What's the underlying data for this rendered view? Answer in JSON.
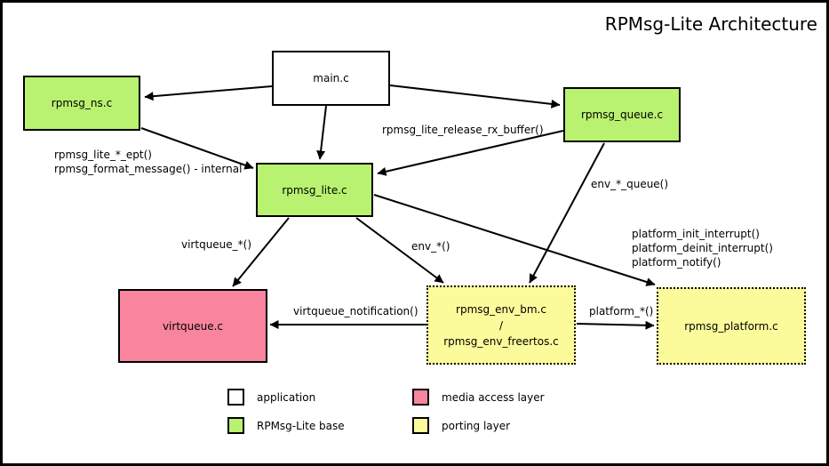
{
  "title": "RPMsg-Lite Architecture",
  "colors": {
    "application_white": "#ffffff",
    "rpmsg_lite_base_green": "#b9f170",
    "media_access_pink": "#f9849e",
    "porting_yellow": "#fbfb9b",
    "line_black": "#000000"
  },
  "nodes": {
    "main": {
      "label": "main.c",
      "color": "#ffffff"
    },
    "rpmsg_ns": {
      "label": "rpmsg_ns.c",
      "color": "#b9f170"
    },
    "rpmsg_queue": {
      "label": "rpmsg_queue.c",
      "color": "#b9f170"
    },
    "rpmsg_lite": {
      "label": "rpmsg_lite.c",
      "color": "#b9f170"
    },
    "virtqueue": {
      "label": "virtqueue.c",
      "color": "#f9849e"
    },
    "rpmsg_env": {
      "label": "rpmsg_env_bm.c\n/\nrpmsg_env_freertos.c",
      "color": "#fbfb9b"
    },
    "rpmsg_platform": {
      "label": "rpmsg_platform.c",
      "color": "#fbfb9b"
    }
  },
  "edge_labels": {
    "ept_internal": "rpmsg_lite_*_ept()\nrpmsg_format_message() - internal",
    "release_rx_buffer": "rpmsg_lite_release_rx_buffer()",
    "env_queue": "env_*_queue()",
    "virtqueue_star": "virtqueue_*()",
    "env_star": "env_*()",
    "platform_interrupts": "platform_init_interrupt()\nplatform_deinit_interrupt()\nplatform_notify()",
    "virtqueue_notification": "virtqueue_notification()",
    "platform_star": "platform_*()"
  },
  "legend": [
    {
      "label": "application",
      "color": "#ffffff"
    },
    {
      "label": "RPMsg-Lite base",
      "color": "#b9f170"
    },
    {
      "label": "media access layer",
      "color": "#f9849e"
    },
    {
      "label": "porting layer",
      "color": "#fbfb9b"
    }
  ]
}
